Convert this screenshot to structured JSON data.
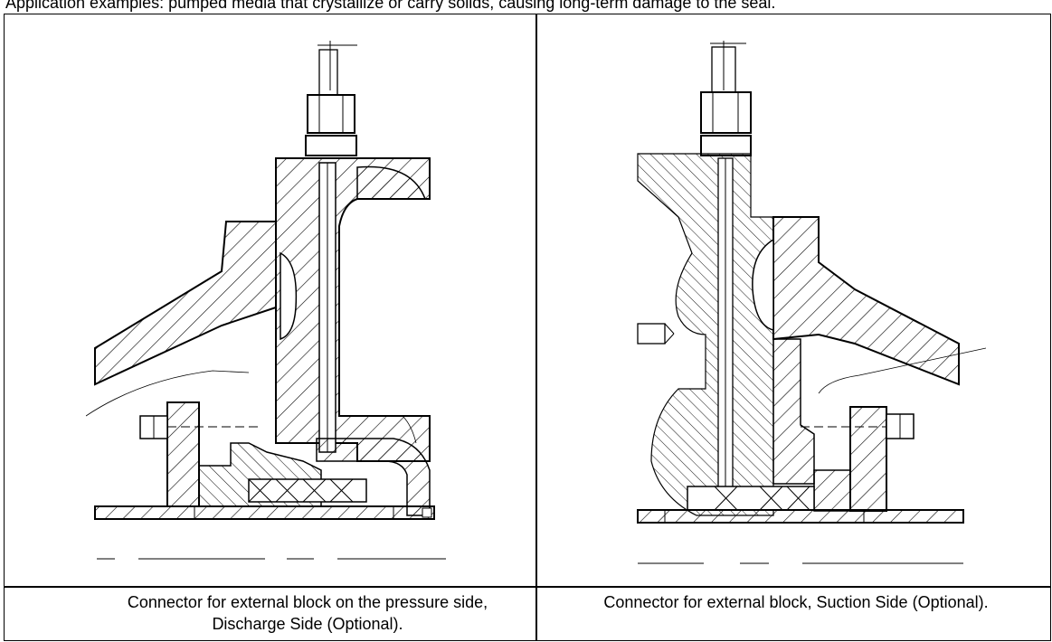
{
  "header_text": "Application examples: pumped media that crystallize or carry solids, causing long-term damage to the seal.",
  "captions": {
    "left": "Connector for external block on the pressure side, Discharge Side (Optional).",
    "right": "Connector for external block, Suction Side (Optional)."
  }
}
